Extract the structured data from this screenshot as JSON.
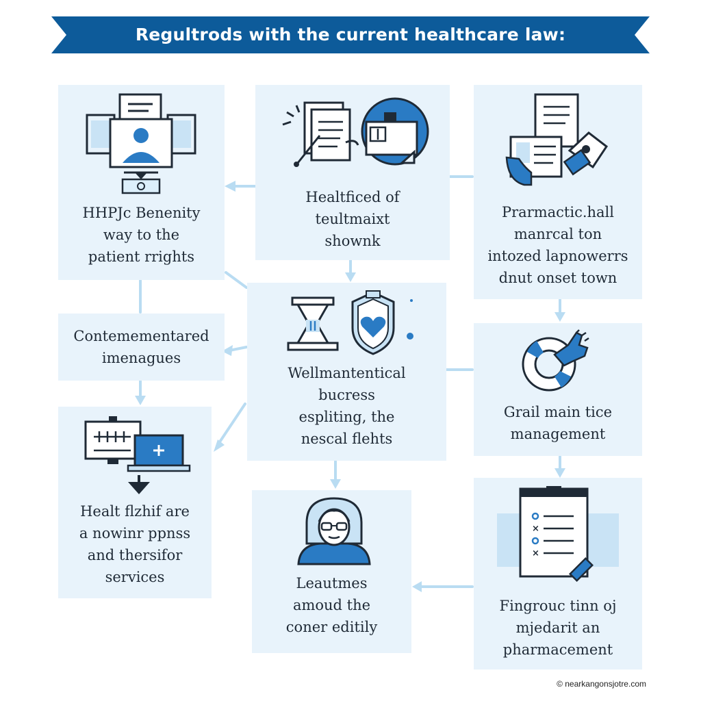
{
  "title": "Regultrods with the current healthcare law:",
  "colors": {
    "banner": "#0d5b9a",
    "card_bg": "#e8f3fb",
    "accent": "#2a7bc4",
    "arrow": "#b9dcf2",
    "ink": "#1f2a36"
  },
  "cards": [
    {
      "icon": "video-call-monitors-icon",
      "lines": [
        "HHPJc Benenity",
        "way to the",
        "patient rrights"
      ]
    },
    {
      "icon": "documents-and-doctor-badge-icon",
      "lines": [
        "Healtficed of",
        "teultmaixt",
        "shownk"
      ]
    },
    {
      "icon": "records-and-hand-icon",
      "lines": [
        "Prarmactic.hall",
        "manrcal ton",
        "intozed lapnowerrs",
        "dnut onset town"
      ]
    },
    {
      "lines": [
        "Contemementared",
        "imenagues"
      ]
    },
    {
      "icon": "scale-and-heart-shield-icon",
      "lines": [
        "Wellmantentical",
        "bucress",
        "espliting, the",
        "nescal flehts"
      ]
    },
    {
      "icon": "lifebuoy-hand-icon",
      "lines": [
        "Grail main tice",
        "management"
      ]
    },
    {
      "icon": "computer-devices-icon",
      "lines": [
        "Healt  flzhif are",
        "a nowinr ppnss",
        "and thersifor",
        "services"
      ]
    },
    {
      "icon": "patient-avatar-icon",
      "lines": [
        "Leautmes",
        "amoud the",
        "coner editily"
      ]
    },
    {
      "icon": "checklist-clipboard-icon",
      "lines": [
        "Fingrouc tinn oj",
        "mjedarit an",
        "pharmacement"
      ]
    }
  ],
  "footer": "© nearkangonsjotre.com"
}
